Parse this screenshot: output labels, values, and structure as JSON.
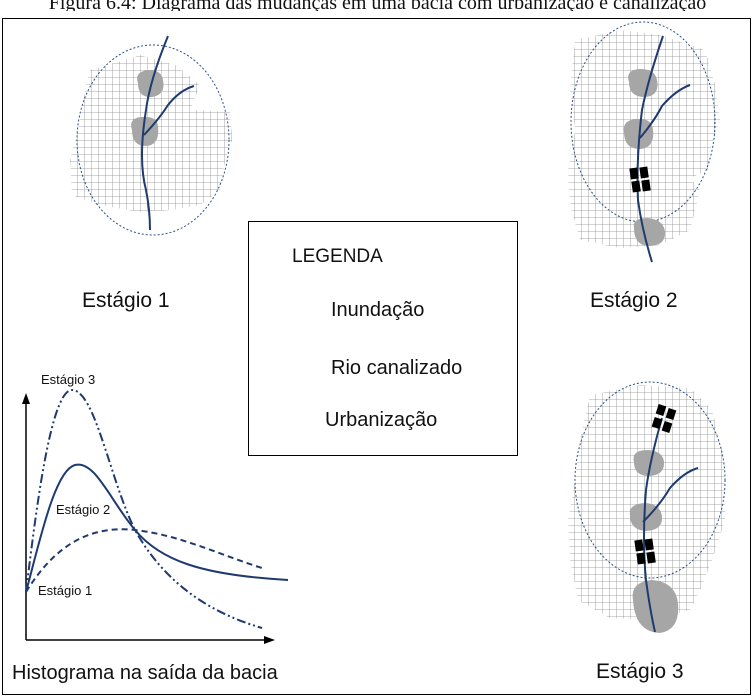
{
  "caption": "Figura 6.4: Diagrama das mudanças em uma bacia com urbanização e canalização",
  "stages": {
    "stage1": "Estágio 1",
    "stage2": "Estágio 2",
    "stage3": "Estágio 3"
  },
  "legend": {
    "title": "LEGENDA",
    "items": [
      {
        "label": "Inundação",
        "icon": "flood-blob-icon"
      },
      {
        "label": "Rio canalizado",
        "icon": "channelized-river-icon"
      },
      {
        "label": "Urbanização",
        "icon": "urban-grid-icon"
      }
    ]
  },
  "hydrograph": {
    "caption": "Histograma na saída da bacia",
    "series_labels": [
      "Estágio 1",
      "Estágio 2",
      "Estágio 3"
    ]
  },
  "colors": {
    "river": "#1f3a6e",
    "flood": "#a6a6a6",
    "grid": "#8c8c8c",
    "channel": "#000000",
    "curve": "#1f3a6e"
  }
}
